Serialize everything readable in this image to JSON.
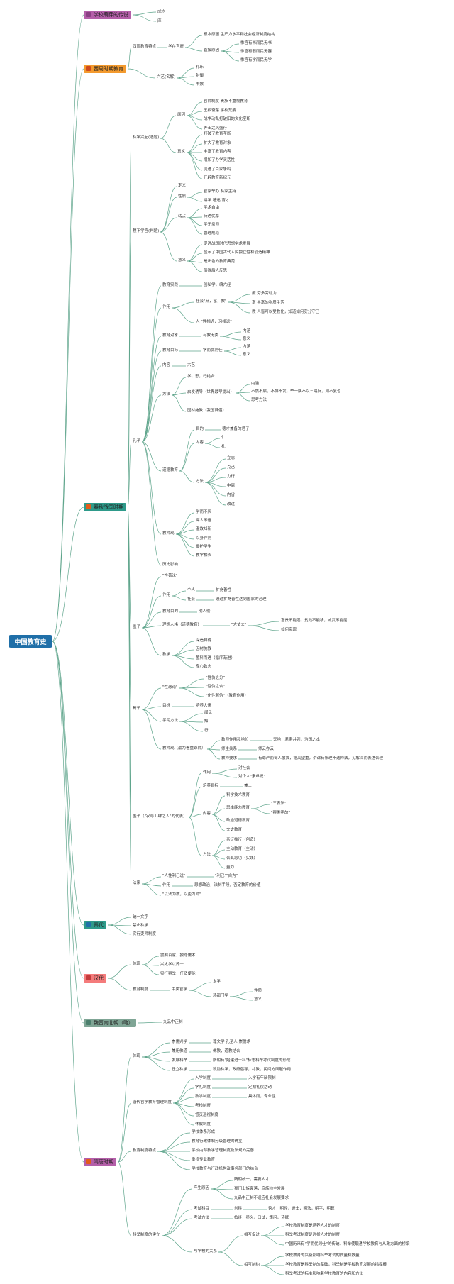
{
  "root": "中国教育史",
  "colors": {
    "line": "#5fa58c",
    "root": "#1f6fa8"
  },
  "eras": {
    "e1": {
      "label": "学校萌芽的传说",
      "bg": "#b45fa9",
      "sq": "#8a3f83",
      "items": [
        "成均",
        "庠"
      ]
    },
    "e2": {
      "label": "西周时期教育",
      "bg": "#f39a2e",
      "sq": "#d04a1d"
    },
    "e3": {
      "label": "春秋战国时期",
      "bg": "#2e9a8a",
      "sq": "#e35b1a"
    },
    "e4": {
      "label": "秦代",
      "bg": "#2e9a8a",
      "sq": "#1f6fa8",
      "items": [
        "统一文字",
        "禁止私学",
        "实行吏师制度"
      ]
    },
    "e5": {
      "label": "汉代",
      "bg": "#f47b7b",
      "sq": "#c43c3c"
    },
    "e6": {
      "label": "魏晋南北朝（略）",
      "bg": "#7fa595",
      "sq": "#4c7f6d",
      "item": "九品中正制"
    },
    "e7": {
      "label": "隋唐时期",
      "bg": "#b45fa9",
      "sq": "#e35b1a"
    }
  },
  "t": {
    "xz_td": "西周教育特点",
    "xz_xztz": "学在官府",
    "xz_gb1": "根本原因 生产力水平和社会经济制度结构",
    "xz_zj": "直接原因",
    "xz_z1": "惟官有书而民无书",
    "xz_z2": "惟官有器而民无器",
    "xz_z3": "惟官有学而民无学",
    "xz_ly": "六艺(名解)",
    "xz_l1": "礼乐",
    "xz_l2": "射御",
    "xz_l3": "书数",
    "cq_sx": "私学兴起(选题)",
    "cq_yy": "原因",
    "cq_y1": "官师制度 贵族不重视教育",
    "cq_y2": "王权衰落 学校荒废",
    "cq_y3": "战争动乱打破旧的文化垄断",
    "cq_y4": "养士之风盛行",
    "cq_yi": "意义",
    "cq_i1": "打破了教育垄断",
    "cq_i2": "扩大了教育对象",
    "cq_i3": "丰富了教育内容",
    "cq_i4": "增加了办学灵活性",
    "cq_i5": "促进了百家争鸣",
    "cq_i6": "开辟教育新纪元",
    "jx": "稷下学宫(判题)",
    "jx_dy": "定义",
    "jx_xz": "性质",
    "jx_x1": "官家举办 私家主持",
    "jx_x2": "讲学 著述 育才",
    "jx_td": "特点",
    "jx_t1": "学术自由",
    "jx_t2": "待遇优厚",
    "jx_t3": "学无常师",
    "jx_t4": "管理规范",
    "jx_yi": "意义",
    "jx_y1": "促进战国时代思想学术发展",
    "jx_y2": "显示了中国古代人民独立性和创造精神",
    "jx_y3": "是出色的教育典范",
    "jx_y4": "值得后人反思",
    "kz": "孔子",
    "kz_jysj": "教育实践",
    "kz_jysj_v": "创私学，编六经",
    "kz_zy": "作用",
    "kz_shzy": "社会\"庶，富，教\"",
    "kz_s1": "庶 劳多劳动力",
    "kz_s2": "富 丰富的物质生活",
    "kz_s3": "教 人皆可以受教化，知道如何安分守己",
    "kz_rx": "人 \"性相近，习相远\"",
    "kz_dx": "教育对象",
    "kz_dx_v": "有教无类",
    "kz_dx_a": "内涵",
    "kz_dx_b": "意义",
    "kz_mb": "教育目标",
    "kz_mb_v": "学而优则仕",
    "kz_mb_a": "内涵",
    "kz_mb_b": "意义",
    "kz_nr": "内容",
    "kz_nr_v": "六艺",
    "kz_ff": "方法",
    "kz_f1": "学，思，行结合",
    "kz_qf": "启发诱导（世界最早提出）",
    "kz_q1": "内涵",
    "kz_q2": "不愤不启，不悱不发，举一隅不以三隅反，则不复也",
    "kz_q3": "思考方法",
    "kz_yc": "因材施教（我国首倡）",
    "kz_dd": "道德教育",
    "kz_dd1": "目的",
    "kz_dd1v": "德才兼备的君子",
    "kz_dd2": "内容",
    "kz_dd2a": "仁",
    "kz_dd2b": "礼",
    "kz_dd3": "方法",
    "kz_fa1": "立志",
    "kz_fa2": "克己",
    "kz_fa3": "力行",
    "kz_fa4": "中庸",
    "kz_fa5": "内省",
    "kz_fa6": "改过",
    "kz_js": "教师观",
    "kz_j1": "学而不厌",
    "kz_j2": "诲人不倦",
    "kz_j3": "温故知新",
    "kz_j4": "以身作则",
    "kz_j5": "爱护学生",
    "kz_j6": "教学相长",
    "kz_ls": "历史影响",
    "mz": "孟子",
    "mz_xs": "\"性善论\"",
    "mz_zy": "作用",
    "mz_gr": "个人",
    "mz_gr_v": "扩充善性",
    "mz_sh": "社会",
    "mz_sh_v": "通过扩充善性达到国家的治理",
    "mz_md": "教育目的",
    "mz_md_v": "明人伦",
    "mz_lx": "理想人格（道德教育）",
    "mz_dzf": "\"大丈夫\"",
    "mz_d1": "富贵不能淫，贫贱不能移，威武不能屈",
    "mz_d2": "如何实现",
    "mz_jx": "教学",
    "mz_j1": "深造自得",
    "mz_j2": "因材施教",
    "mz_j3": "盈科而进（循序渐进）",
    "mz_j4": "专心致志",
    "xz": "荀子",
    "xz_xe": "\"性恶论\"",
    "xz_x1": "\"性伪之分\"",
    "xz_x2": "\"性伪之合\"",
    "xz_x3": "\"化性起伪\"（教育作用）",
    "xz_mb": "目标",
    "xz_mb_v": "培养大儒",
    "xz_xf": "学习方法",
    "xz_xf1": "闻见",
    "xz_xf2": "知",
    "xz_xf3": "行",
    "xz_js": "教师观（最为看重尊师）",
    "xz_js1": "教师作用和地位",
    "xz_js1v": "天地，君亲并列，治国之本",
    "xz_js2": "师生关系",
    "xz_js2v": "师云亦云",
    "xz_js3": "教师要求",
    "xz_js3v": "有尊严而令人敬畏，德高望重，讲课有条理不违师法，见解深而表述合理",
    "mo": "墨子（\"农与工肆之人\"的代表）",
    "mo_zy": "作用",
    "mo_zy1": "对社会",
    "mo_zy2": "对个人\"素丝说\"",
    "mo_mb": "培养目标",
    "mo_mb_v": "兼士",
    "mo_nr": "内容",
    "mo_n1": "科学技术教育",
    "mo_n2": "思维能力教育",
    "mo_n2a": "\"三表法\"",
    "mo_n2b": "\"察类明故\"",
    "mo_n3": "政治道德教育",
    "mo_n4": "文史教育",
    "mo_ff": "方法",
    "mo_f1": "亲证推行（创造）",
    "mo_f2": "主动教育（主动）",
    "mo_f3": "合其志功（实践）",
    "mo_f4": "量力",
    "fj": "法家",
    "fj_a": "\"人性利己说\"",
    "fj_b": "\"利己\"\"自为\"",
    "fj_zy": "作用",
    "fj_zy_v": "思想政治，法制手段，否定教育的价值",
    "fj_c": "\"以法为教，以吏为师\"",
    "hd_ty": "体现",
    "hd_1": "罢黜百家，独尊儒术",
    "hd_2": "兴太学以养士",
    "hd_3": "实行察举，任贤使能",
    "hd_jz": "教育制度",
    "hd_zy": "中央官学",
    "hd_tx": "太学",
    "hd_hd": "鸿都门学",
    "hd_h1": "性质",
    "hd_h2": "意义",
    "st_ty": "体现",
    "st_1": "崇儒兴学",
    "st_1v": "尊文学 孔圣人 崇儒术",
    "st_2": "兼用佛道",
    "st_2v": "佛教，道教结合",
    "st_3": "发展科举",
    "st_3v": "隋朝有\"始建进士科\"标志科举考试制度的形成",
    "st_4": "任立私学",
    "st_4v": "致励私学，政府倡导，礼教，民间方面起作用",
    "st_gx": "唐代官学教育管理制度",
    "st_g1": "入学制度",
    "st_g1v": "入学有年龄限制",
    "st_g2": "学礼制度",
    "st_g2v": "定期礼仪活动",
    "st_g3": "教学制度",
    "st_g3v": "具体而，专业性",
    "st_g4": "考核制度",
    "st_g5": "督责巡视制度",
    "st_g6": "休假制度",
    "st_jt": "教育制度特点",
    "st_t1": "学校体系形成",
    "st_t2": "教育行政体制分级管理的确立",
    "st_t3": "学校内部教学管理制度及法规的完善",
    "st_t4": "重视专业教育",
    "st_t5": "学校教育与行政机构及事务部门的结合",
    "st_kj": "科举制度的建立",
    "st_cs": "产生原因",
    "st_c1": "隋朝统一，需要人才",
    "st_c2": "豪门士族衰落，庶族地主发展",
    "st_c3": "九品中正制不适应社会发展要求",
    "st_km": "考试科目",
    "st_km1": "常科",
    "st_km1v": "秀才，明经，进士，明法，明字，明算",
    "st_kf": "考试方法",
    "st_kf_v": "帖经，墨义，口试，策问，诗赋",
    "st_gx2": "与学校的关系",
    "st_xc": "相互促进",
    "st_xc1": "学校教育制度是培养人才的制度",
    "st_xc2": "科举考试制度是选拔人才的制度",
    "st_xc3": "中国历来有\"学而优则仕\"的传统，科举使联通学校教育与从政方面的桥梁",
    "st_xz": "相互制约",
    "st_xz1": "学校教育的兴衰影响科举考试的质量和数量",
    "st_xz2": "学校教育是科举制的基础，科举制是学校教育发展的指挥棒",
    "st_xz3": "科举考试的标准影响着学校教育的内容和方法"
  }
}
